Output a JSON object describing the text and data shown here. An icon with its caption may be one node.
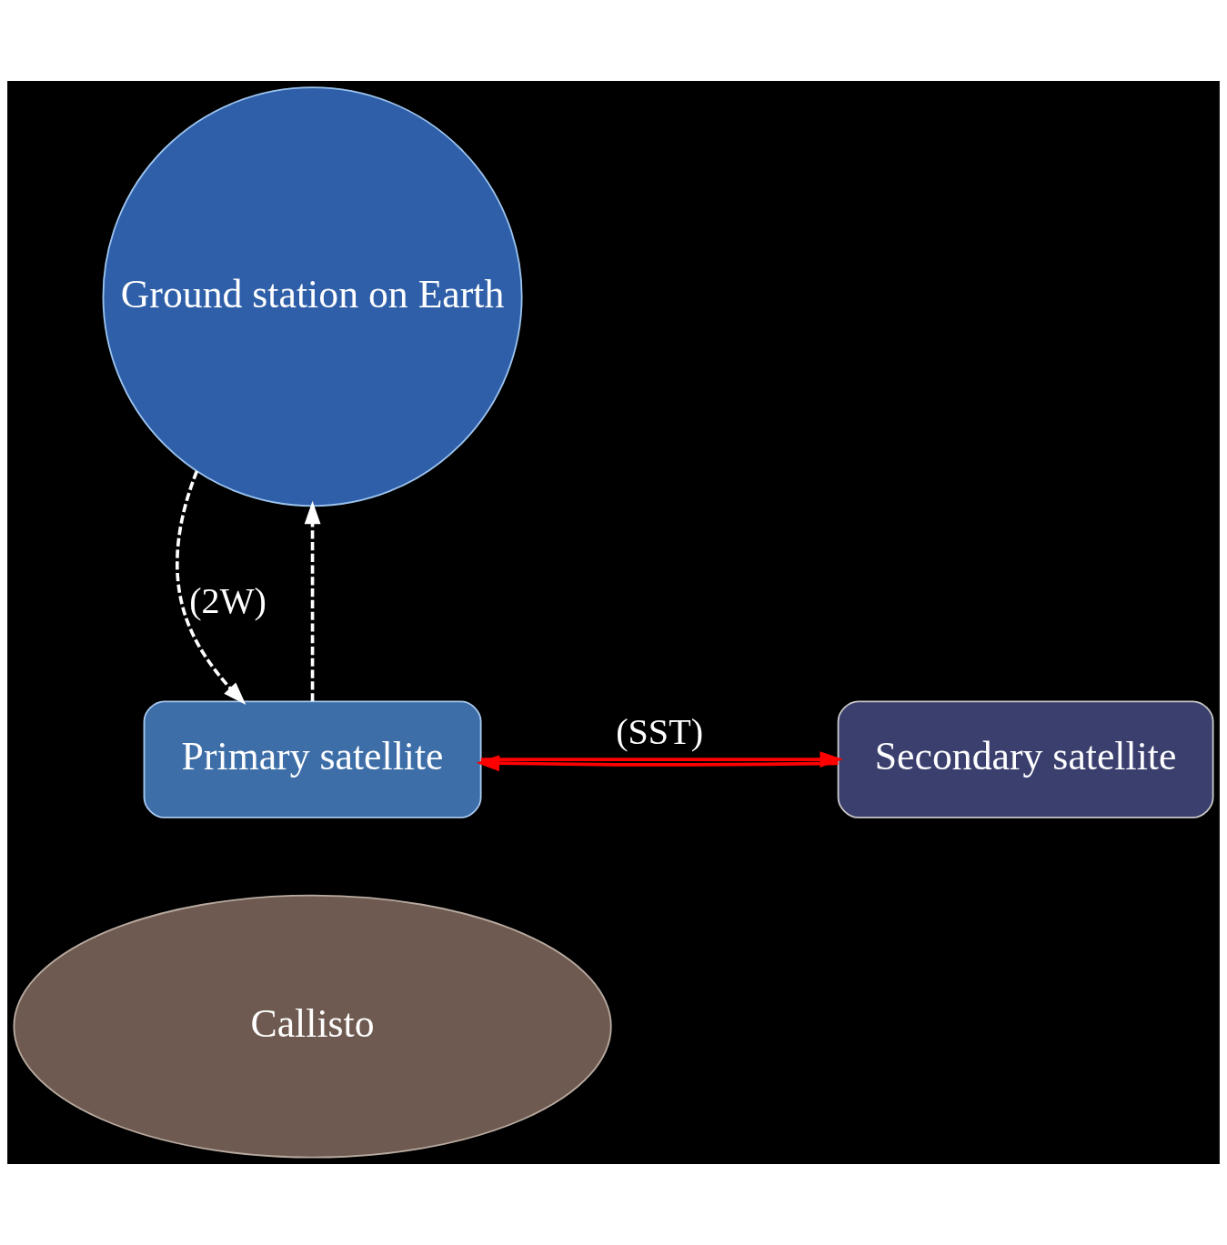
{
  "diagram": {
    "nodes": [
      {
        "text": [
          "Ground station on Earth"
        ]
      },
      {
        "text": [
          "Secondary satellite"
        ]
      },
      {
        "text": [
          "Primary satellite"
        ]
      },
      {
        "text": [
          "Callisto"
        ]
      }
    ],
    "edges": [
      {
        "from": 2,
        "to": 0,
        "arrow": "to",
        "style": "dashed",
        "color": "#ffffff"
      },
      {
        "from": 0,
        "to": 2,
        "arrow": "to",
        "style": "dashed",
        "color": "#ffffff",
        "label": "(2W)"
      },
      {
        "from": 1,
        "to": 2,
        "arrow": "to",
        "color": "#ff0000"
      },
      {
        "from": 2,
        "to": 1,
        "arrow": "to",
        "color": "#ff0000",
        "label": "(SST)"
      }
    ]
  }
}
